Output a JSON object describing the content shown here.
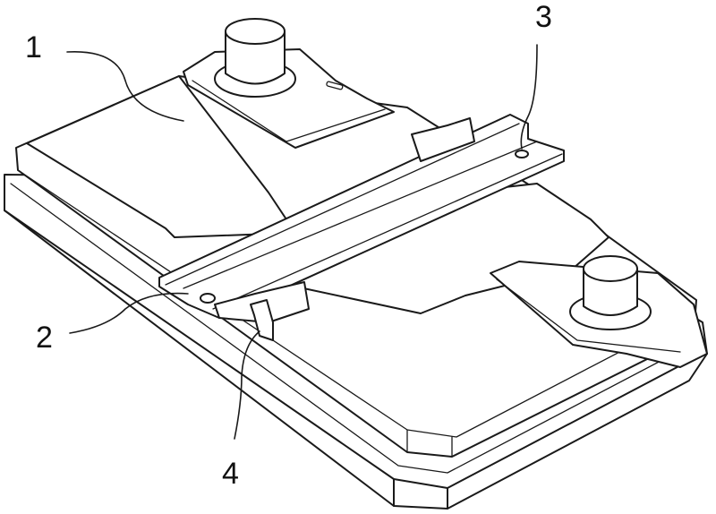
{
  "diagram": {
    "callouts": [
      {
        "id": "1",
        "label": "1",
        "target": "battery-cover"
      },
      {
        "id": "2",
        "label": "2",
        "target": "hold-down-bracket"
      },
      {
        "id": "3",
        "label": "3",
        "target": "mounting-hole"
      },
      {
        "id": "4",
        "label": "4",
        "target": "retaining-tab"
      }
    ]
  }
}
